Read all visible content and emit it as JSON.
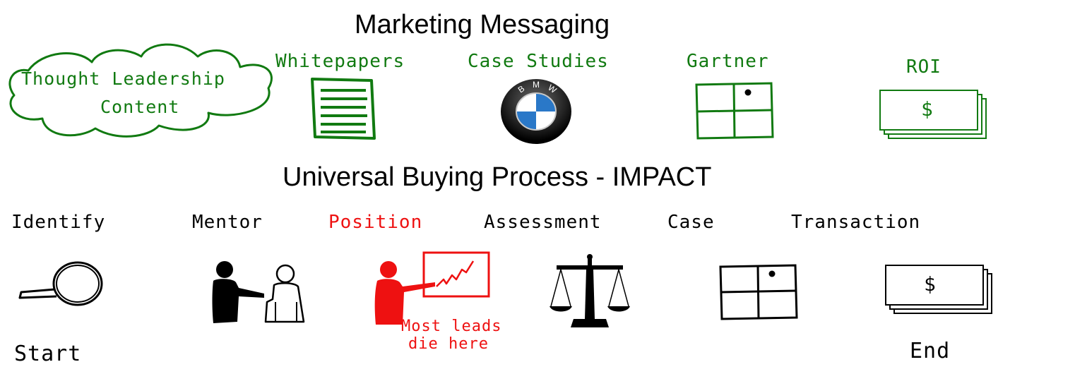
{
  "marketing": {
    "title": "Marketing Messaging",
    "items": [
      {
        "id": "thought",
        "line1": "Thought Leadership",
        "line2": "Content"
      },
      {
        "id": "whitepapers",
        "label": "Whitepapers"
      },
      {
        "id": "case_studies",
        "label": "Case Studies",
        "logo_text": "BMW"
      },
      {
        "id": "gartner",
        "label": "Gartner"
      },
      {
        "id": "roi",
        "label": "ROI",
        "symbol": "$"
      }
    ],
    "color": "#117a11"
  },
  "process": {
    "title": "Universal Buying Process - IMPACT",
    "steps": [
      {
        "label": "Identify",
        "icon": "magnifying-glass-icon"
      },
      {
        "label": "Mentor",
        "icon": "mentor-people-icon"
      },
      {
        "label": "Position",
        "icon": "presenter-icon",
        "highlight": true
      },
      {
        "label": "Assessment",
        "icon": "balance-scale-icon"
      },
      {
        "label": "Case",
        "icon": "quadrant-icon"
      },
      {
        "label": "Transaction",
        "icon": "money-stack-icon",
        "symbol": "$"
      }
    ],
    "start_label": "Start",
    "end_label": "End",
    "note_line1": "Most leads",
    "note_line2": "die here",
    "highlight_color": "#ee1111"
  }
}
